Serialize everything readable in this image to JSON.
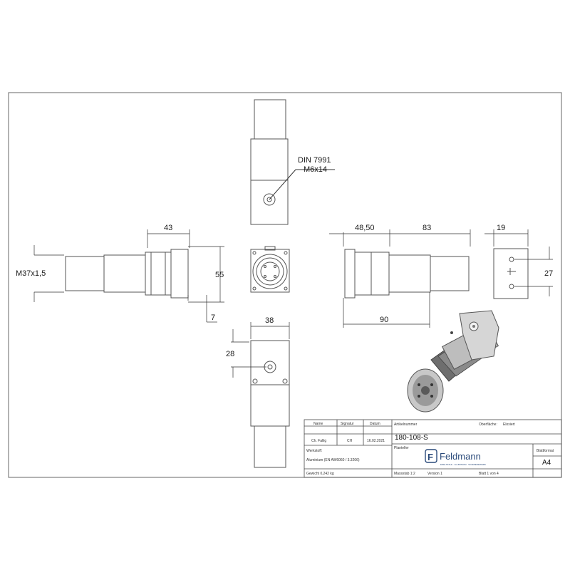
{
  "dimensions": {
    "din_callout": "DIN 7991",
    "screw": "M6x14",
    "thread": "M37x1,5",
    "left_width": "43",
    "left_height": "55",
    "left_offset": "7",
    "bottom_width": "38",
    "bottom_height": "28",
    "right_a": "48,50",
    "right_b": "83",
    "right_total": "90",
    "side_width": "19",
    "side_height": "27"
  },
  "title_block": {
    "col_name": "Name",
    "col_signature": "Signatur",
    "col_date": "Datum",
    "name": "Ch. Fallig",
    "signature": "CH",
    "date": "16.02.2021",
    "article_label": "Artikelnummer",
    "article_number": "180-108-S",
    "surface_label": "Oberfläche:",
    "surface_value": "Eloxiert",
    "created_label": "Werkstoff:",
    "material_label": "Werkstoff:",
    "material_value": "Aluminium (EN AW6060 / 3.3206)",
    "plan_label": "Planteller",
    "weight": "Gewicht 0,242 kg",
    "scale": "Massstab 1:2",
    "version": "Version 1",
    "sheet": "Blatt 1 von 4",
    "format_label": "Blattformat",
    "format_value": "A4",
    "company": "Feldmann",
    "company_tagline": "EDELSTAHL · ALUMINIUM · SCHMIEDEWERK",
    "logo_letter": "F"
  }
}
